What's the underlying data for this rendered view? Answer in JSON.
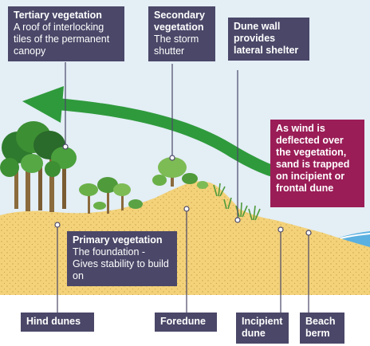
{
  "labels": {
    "tertiary": {
      "title": "Tertiary vegetation",
      "body": "A roof of interlocking tiles of the permanent canopy"
    },
    "secondary": {
      "title": "Secondary vegetation",
      "body": "The storm shutter"
    },
    "dune_wall": {
      "title": "Dune wall provides lateral shelter"
    },
    "wind": {
      "text": "As wind is deflected over the vegetation, sand is trapped on incipient or frontal dune"
    },
    "primary": {
      "title": "Primary vegetation",
      "body": "The foundation - Gives stability to build on"
    },
    "hind_dunes": "Hind dunes",
    "foredune": "Foredune",
    "incipient_dune": "Incipient dune",
    "beach_berm": "Beach berm"
  },
  "colors": {
    "sky": "#e3eef5",
    "sand": "#f3d27a",
    "arrow": "#2f9a3c",
    "label_bg": "#4a4768",
    "wind_label_bg": "#9a1d57",
    "sea": "#5ab0e0"
  }
}
